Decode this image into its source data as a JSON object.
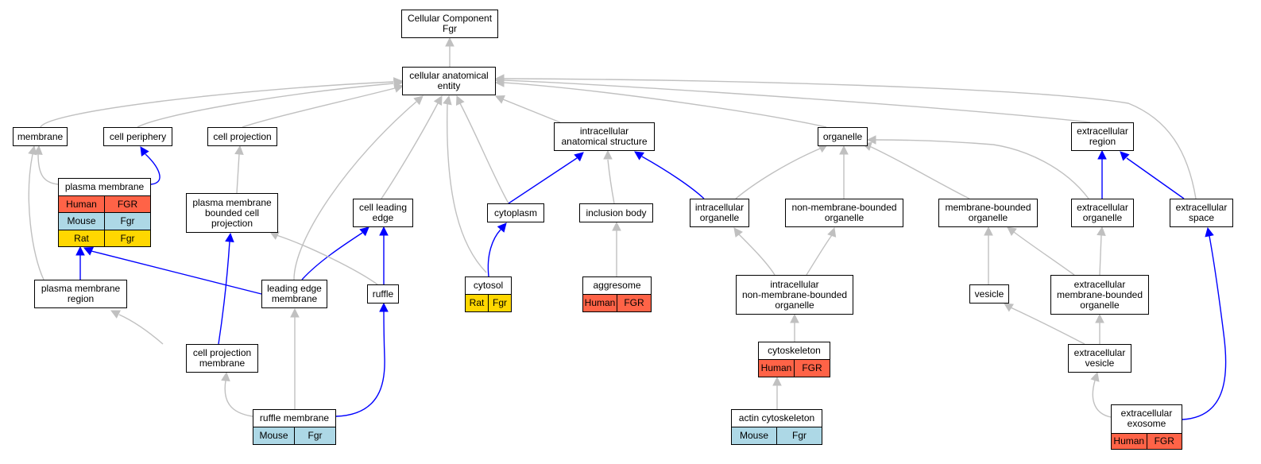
{
  "colors": {
    "human": "#FF6347",
    "mouse": "#ADD8E6",
    "rat": "#FFD700",
    "edge_gray": "#C0C0C0",
    "edge_blue": "#0000FF"
  },
  "nodes": {
    "root": {
      "label": "Cellular Component\nFgr"
    },
    "cae": {
      "label": "cellular anatomical\nentity"
    },
    "membrane": {
      "label": "membrane"
    },
    "cell_periphery": {
      "label": "cell periphery"
    },
    "cell_projection": {
      "label": "cell projection"
    },
    "ias": {
      "label": "intracellular\nanatomical structure"
    },
    "organelle": {
      "label": "organelle"
    },
    "extracellular_region": {
      "label": "extracellular\nregion"
    },
    "plasma_membrane": {
      "label": "plasma membrane",
      "orthologs": [
        {
          "species": "Human",
          "gene": "FGR"
        },
        {
          "species": "Mouse",
          "gene": "Fgr"
        },
        {
          "species": "Rat",
          "gene": "Fgr"
        }
      ]
    },
    "pmbcp": {
      "label": "plasma membrane\nbounded cell\nprojection"
    },
    "cell_leading_edge": {
      "label": "cell leading\nedge"
    },
    "cytoplasm": {
      "label": "cytoplasm"
    },
    "inclusion_body": {
      "label": "inclusion body"
    },
    "intracellular_organelle": {
      "label": "intracellular\norganelle"
    },
    "nmbo": {
      "label": "non-membrane-bounded\norganelle"
    },
    "mbo": {
      "label": "membrane-bounded\norganelle"
    },
    "extracellular_organelle": {
      "label": "extracellular\norganelle"
    },
    "extracellular_space": {
      "label": "extracellular\nspace"
    },
    "pm_region": {
      "label": "plasma membrane\nregion"
    },
    "leading_edge_membrane": {
      "label": "leading edge\nmembrane"
    },
    "ruffle": {
      "label": "ruffle"
    },
    "cytosol": {
      "label": "cytosol",
      "orthologs": [
        {
          "species": "Rat",
          "gene": "Fgr"
        }
      ]
    },
    "aggresome": {
      "label": "aggresome",
      "orthologs": [
        {
          "species": "Human",
          "gene": "FGR"
        }
      ]
    },
    "inmbo": {
      "label": "intracellular\nnon-membrane-bounded\norganelle"
    },
    "vesicle": {
      "label": "vesicle"
    },
    "embo": {
      "label": "extracellular\nmembrane-bounded\norganelle"
    },
    "cell_projection_membrane": {
      "label": "cell projection\nmembrane"
    },
    "cytoskeleton": {
      "label": "cytoskeleton",
      "orthologs": [
        {
          "species": "Human",
          "gene": "FGR"
        }
      ]
    },
    "extracellular_vesicle": {
      "label": "extracellular\nvesicle"
    },
    "ruffle_membrane": {
      "label": "ruffle membrane",
      "orthologs": [
        {
          "species": "Mouse",
          "gene": "Fgr"
        }
      ]
    },
    "actin_cytoskeleton": {
      "label": "actin cytoskeleton",
      "orthologs": [
        {
          "species": "Mouse",
          "gene": "Fgr"
        }
      ]
    },
    "extracellular_exosome": {
      "label": "extracellular\nexosome",
      "orthologs": [
        {
          "species": "Human",
          "gene": "FGR"
        }
      ]
    }
  }
}
